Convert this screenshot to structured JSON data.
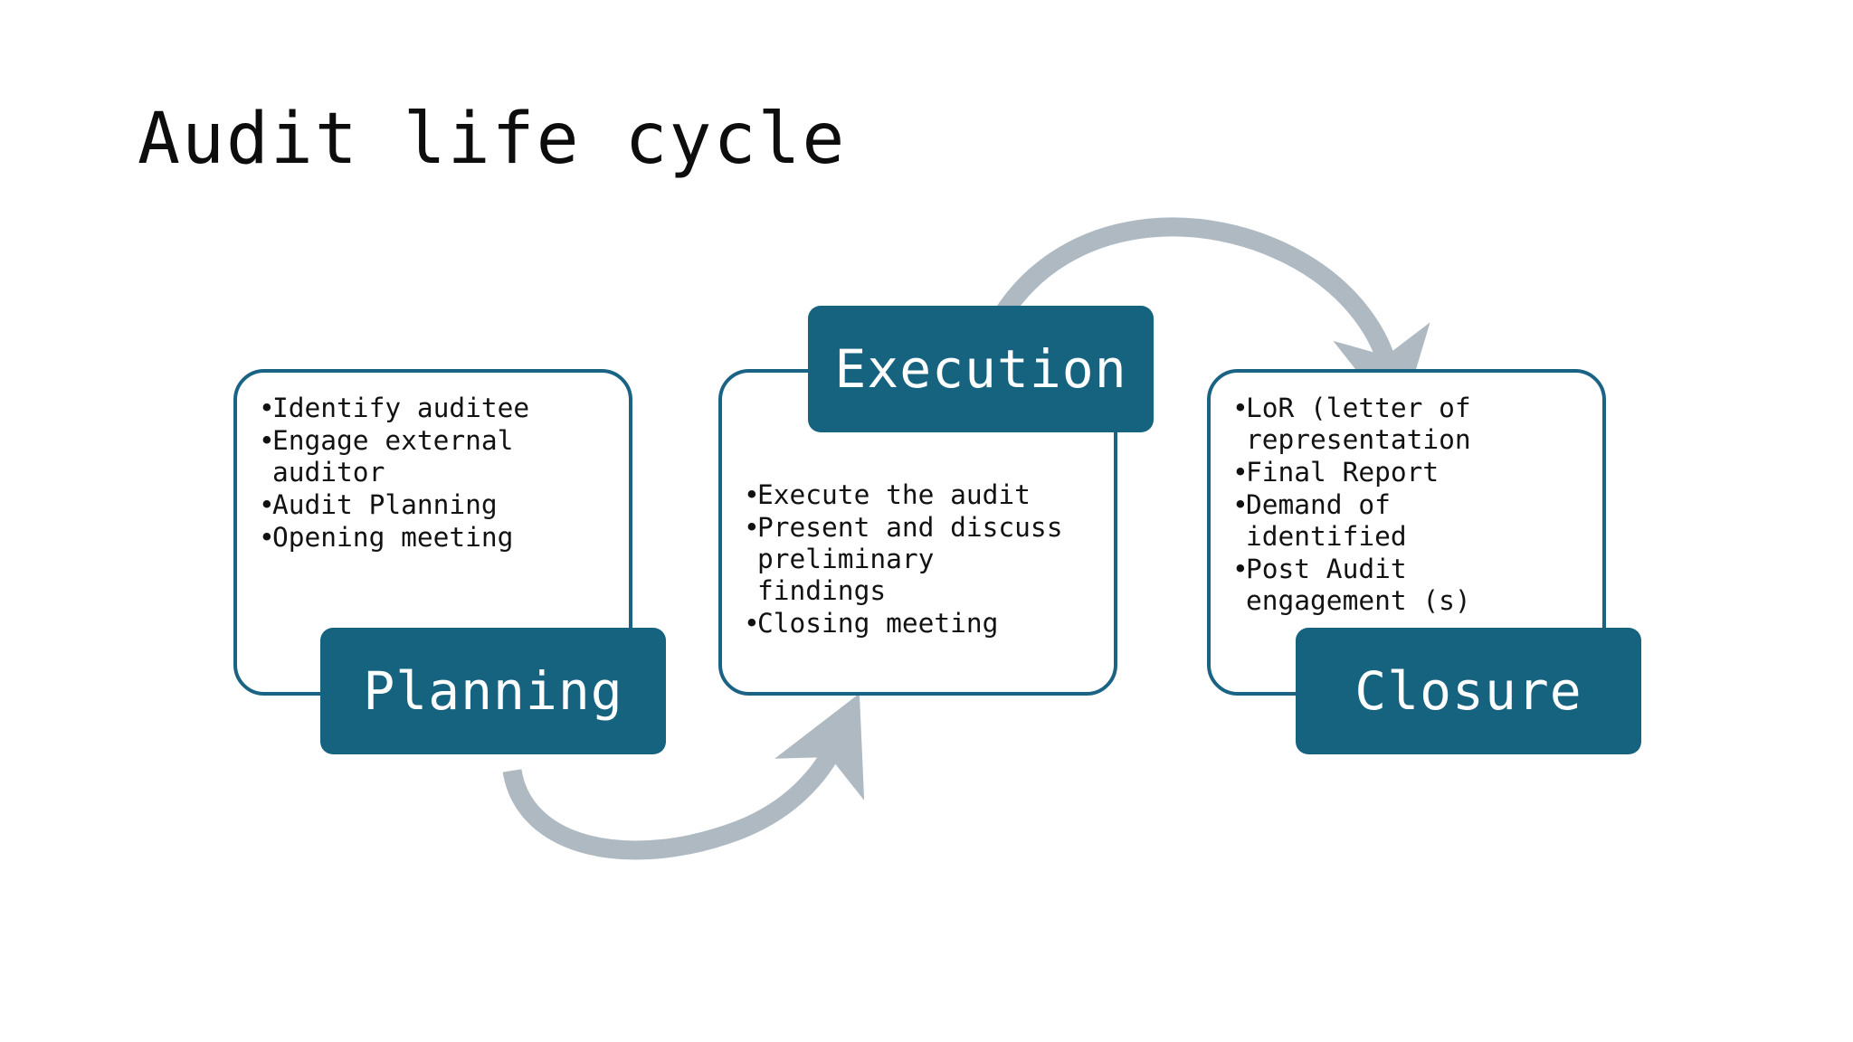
{
  "slide": {
    "title": "Audit life cycle",
    "background_color": "#ffffff",
    "accent_color": "#16637f",
    "border_color": "#1b6384",
    "arrow_color": "#aeb9c2",
    "badge_text_color": "#ffffff",
    "body_text_color": "#121212"
  },
  "stages": [
    {
      "id": "planning",
      "label": "Planning",
      "bullets": [
        "Identify auditee",
        "Engage external\nauditor",
        "Audit Planning",
        "Opening meeting"
      ]
    },
    {
      "id": "execution",
      "label": "Execution",
      "bullets": [
        "Execute the audit",
        "Present and discuss\npreliminary\nfindings",
        "Closing meeting"
      ]
    },
    {
      "id": "closure",
      "label": "Closure",
      "bullets": [
        "LoR (letter of\nrepresentation",
        "Final Report",
        "Demand of\nidentified",
        "Post Audit\nengagement (s)"
      ]
    }
  ],
  "bullet_glyph": "•",
  "connectors": [
    {
      "id": "planning-to-execution",
      "from": "planning",
      "to": "execution",
      "direction": "up"
    },
    {
      "id": "execution-to-closure",
      "from": "execution",
      "to": "closure",
      "direction": "down"
    }
  ]
}
